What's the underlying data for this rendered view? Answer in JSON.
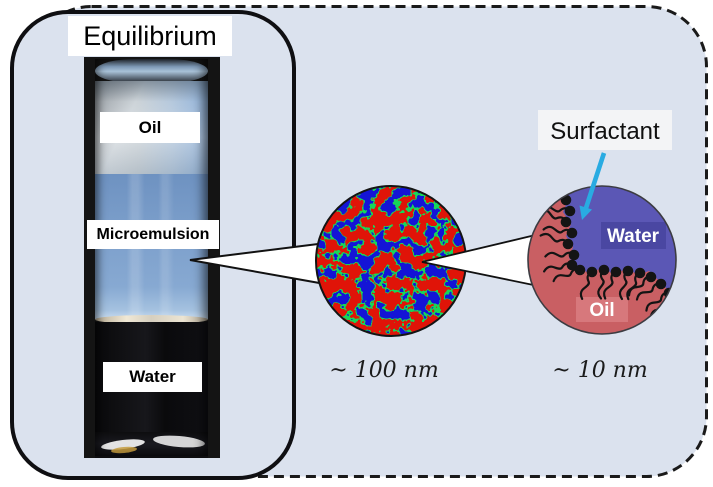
{
  "background_color": "#dbe2ee",
  "equilibrium_panel": {
    "title": "Equilibrium",
    "vial_labels": {
      "oil": "Oil",
      "microemulsion": "Microemulsion",
      "water": "Water"
    }
  },
  "microstructure_inset": {
    "scale_label": "~ 100 nm",
    "oil_color": "#e01408",
    "water_color": "#1414d6",
    "surfactant_film_color": "#17d659"
  },
  "interface_inset": {
    "scale_label": "~ 10 nm",
    "surfactant_label": "Surfactant",
    "water_label": "Water",
    "oil_label": "Oil",
    "oil_color": "#c95f63",
    "water_color": "#5b57b5",
    "water_label_bg": "#4a47a2",
    "oil_label_bg": "#d7787c",
    "arrow_color": "#29abe2",
    "surfactant_head_color": "#141414"
  }
}
